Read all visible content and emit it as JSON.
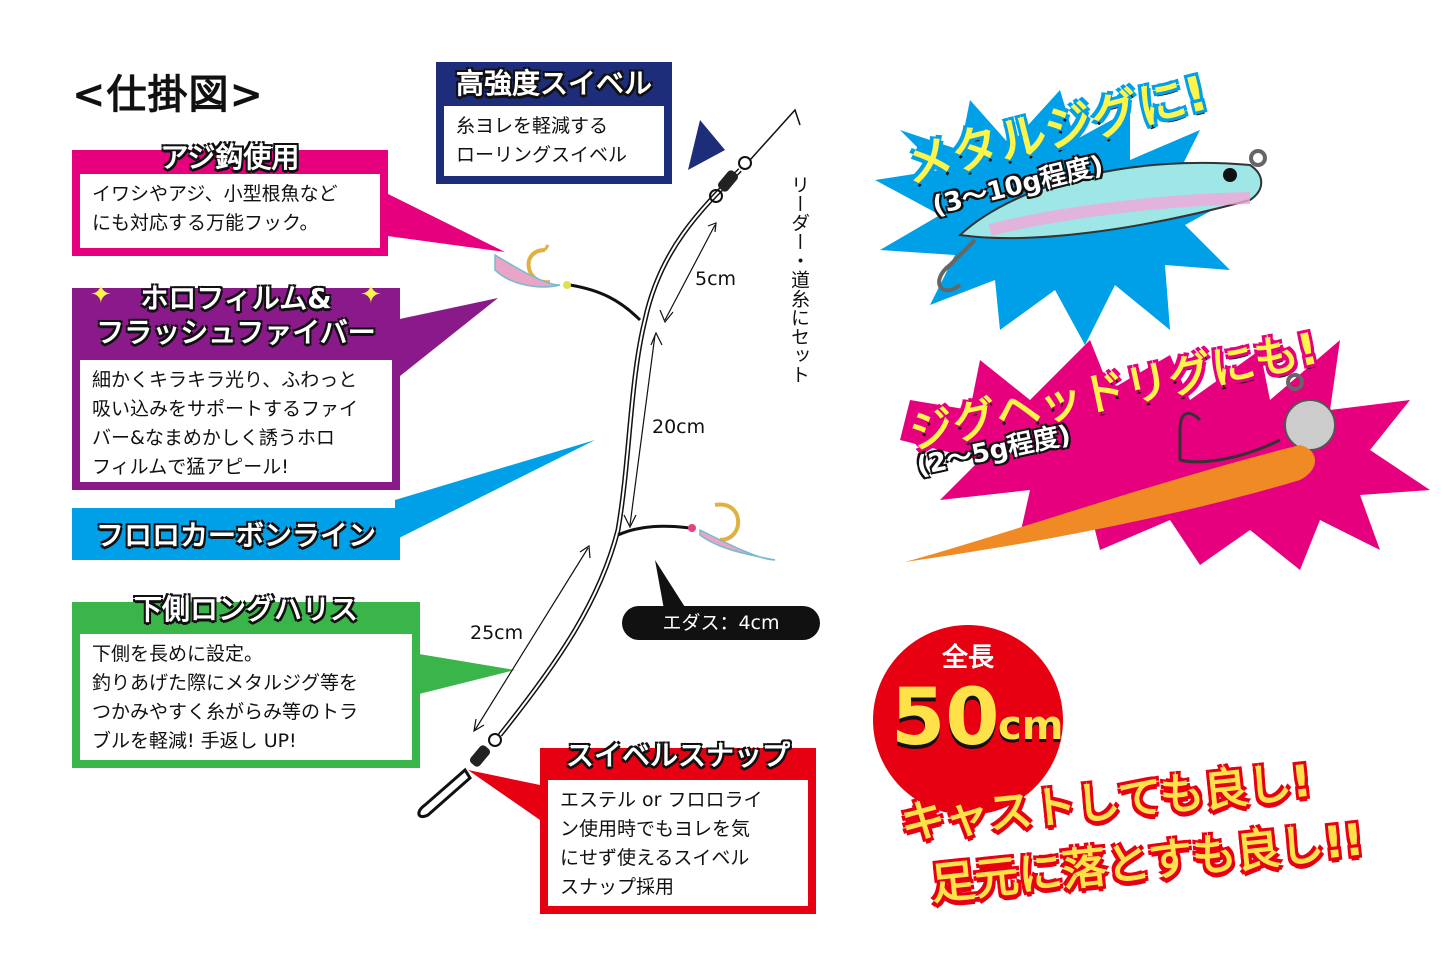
{
  "title": "<仕掛図>",
  "callouts": {
    "swivel": {
      "head": "高強度スイベル",
      "body": "糸ヨレを軽減する\nローリングスイベル"
    },
    "hook": {
      "head": "アジ鈎使用",
      "body": "イワシやアジ、小型根魚など\nにも対応する万能フック。"
    },
    "holo": {
      "head": "ホロフィルム&\nフラッシュファイバー",
      "body": "細かくキラキラ光り、ふわっと\n吸い込みをサポートするファイ\nバー&なまめかしく誘うホロ\nフィルムで猛アピール!"
    },
    "fluoro": {
      "head": "フロロカーボンライン"
    },
    "lower": {
      "head": "下側ロングハリス",
      "body": "下側を長めに設定。\n釣りあげた際にメタルジグ等を\nつかみやすく糸がらみ等のトラ\nブルを軽減! 手返し UP!"
    },
    "snap": {
      "head": "スイベルスナップ",
      "body": "エステル or フロロライ\nン使用時でもヨレを気\nにせず使えるスイベル\nスナップ採用"
    }
  },
  "lengths": {
    "a": "5cm",
    "b": "20cm",
    "c": "25cm"
  },
  "leader_note": "リーダー・道糸にセット",
  "edasu": "エダス：4cm",
  "jig": {
    "title": "メタルジグに!",
    "sub": "(3〜10g程度)"
  },
  "jighead": {
    "title": "ジグヘッドリグにも!",
    "sub": "(2〜5g程度)"
  },
  "total": {
    "label": "全長",
    "value": "50",
    "unit": "cm"
  },
  "slogan": {
    "line1": "キャストしても良し!",
    "line2": "足元に落とすも良し!!"
  },
  "colors": {
    "magenta": "#e6007e",
    "purple": "#8a1a8a",
    "cyan": "#00a0e9",
    "green": "#39b54a",
    "red": "#e60012",
    "navy": "#1d2d7a",
    "orange": "#f08a24",
    "yellow": "#fff44a"
  }
}
